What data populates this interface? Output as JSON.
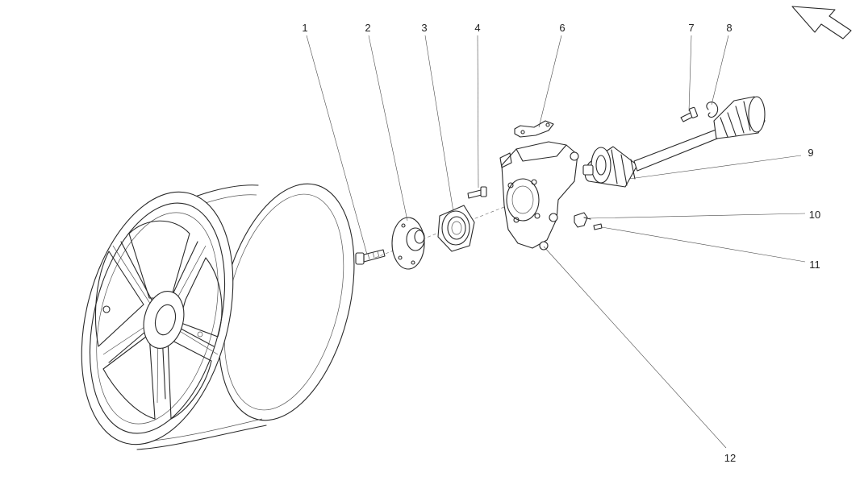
{
  "diagram": {
    "colors": {
      "line": "#2a2a2a",
      "background": "#ffffff"
    },
    "direction_icon": "arrow-up-left-icon",
    "callouts": [
      {
        "id": 1,
        "label": "1"
      },
      {
        "id": 2,
        "label": "2"
      },
      {
        "id": 3,
        "label": "3"
      },
      {
        "id": 4,
        "label": "4"
      },
      {
        "id": 6,
        "label": "6"
      },
      {
        "id": 7,
        "label": "7"
      },
      {
        "id": 8,
        "label": "8"
      },
      {
        "id": 9,
        "label": "9"
      },
      {
        "id": 10,
        "label": "10"
      },
      {
        "id": 11,
        "label": "11"
      },
      {
        "id": 12,
        "label": "12"
      }
    ]
  }
}
